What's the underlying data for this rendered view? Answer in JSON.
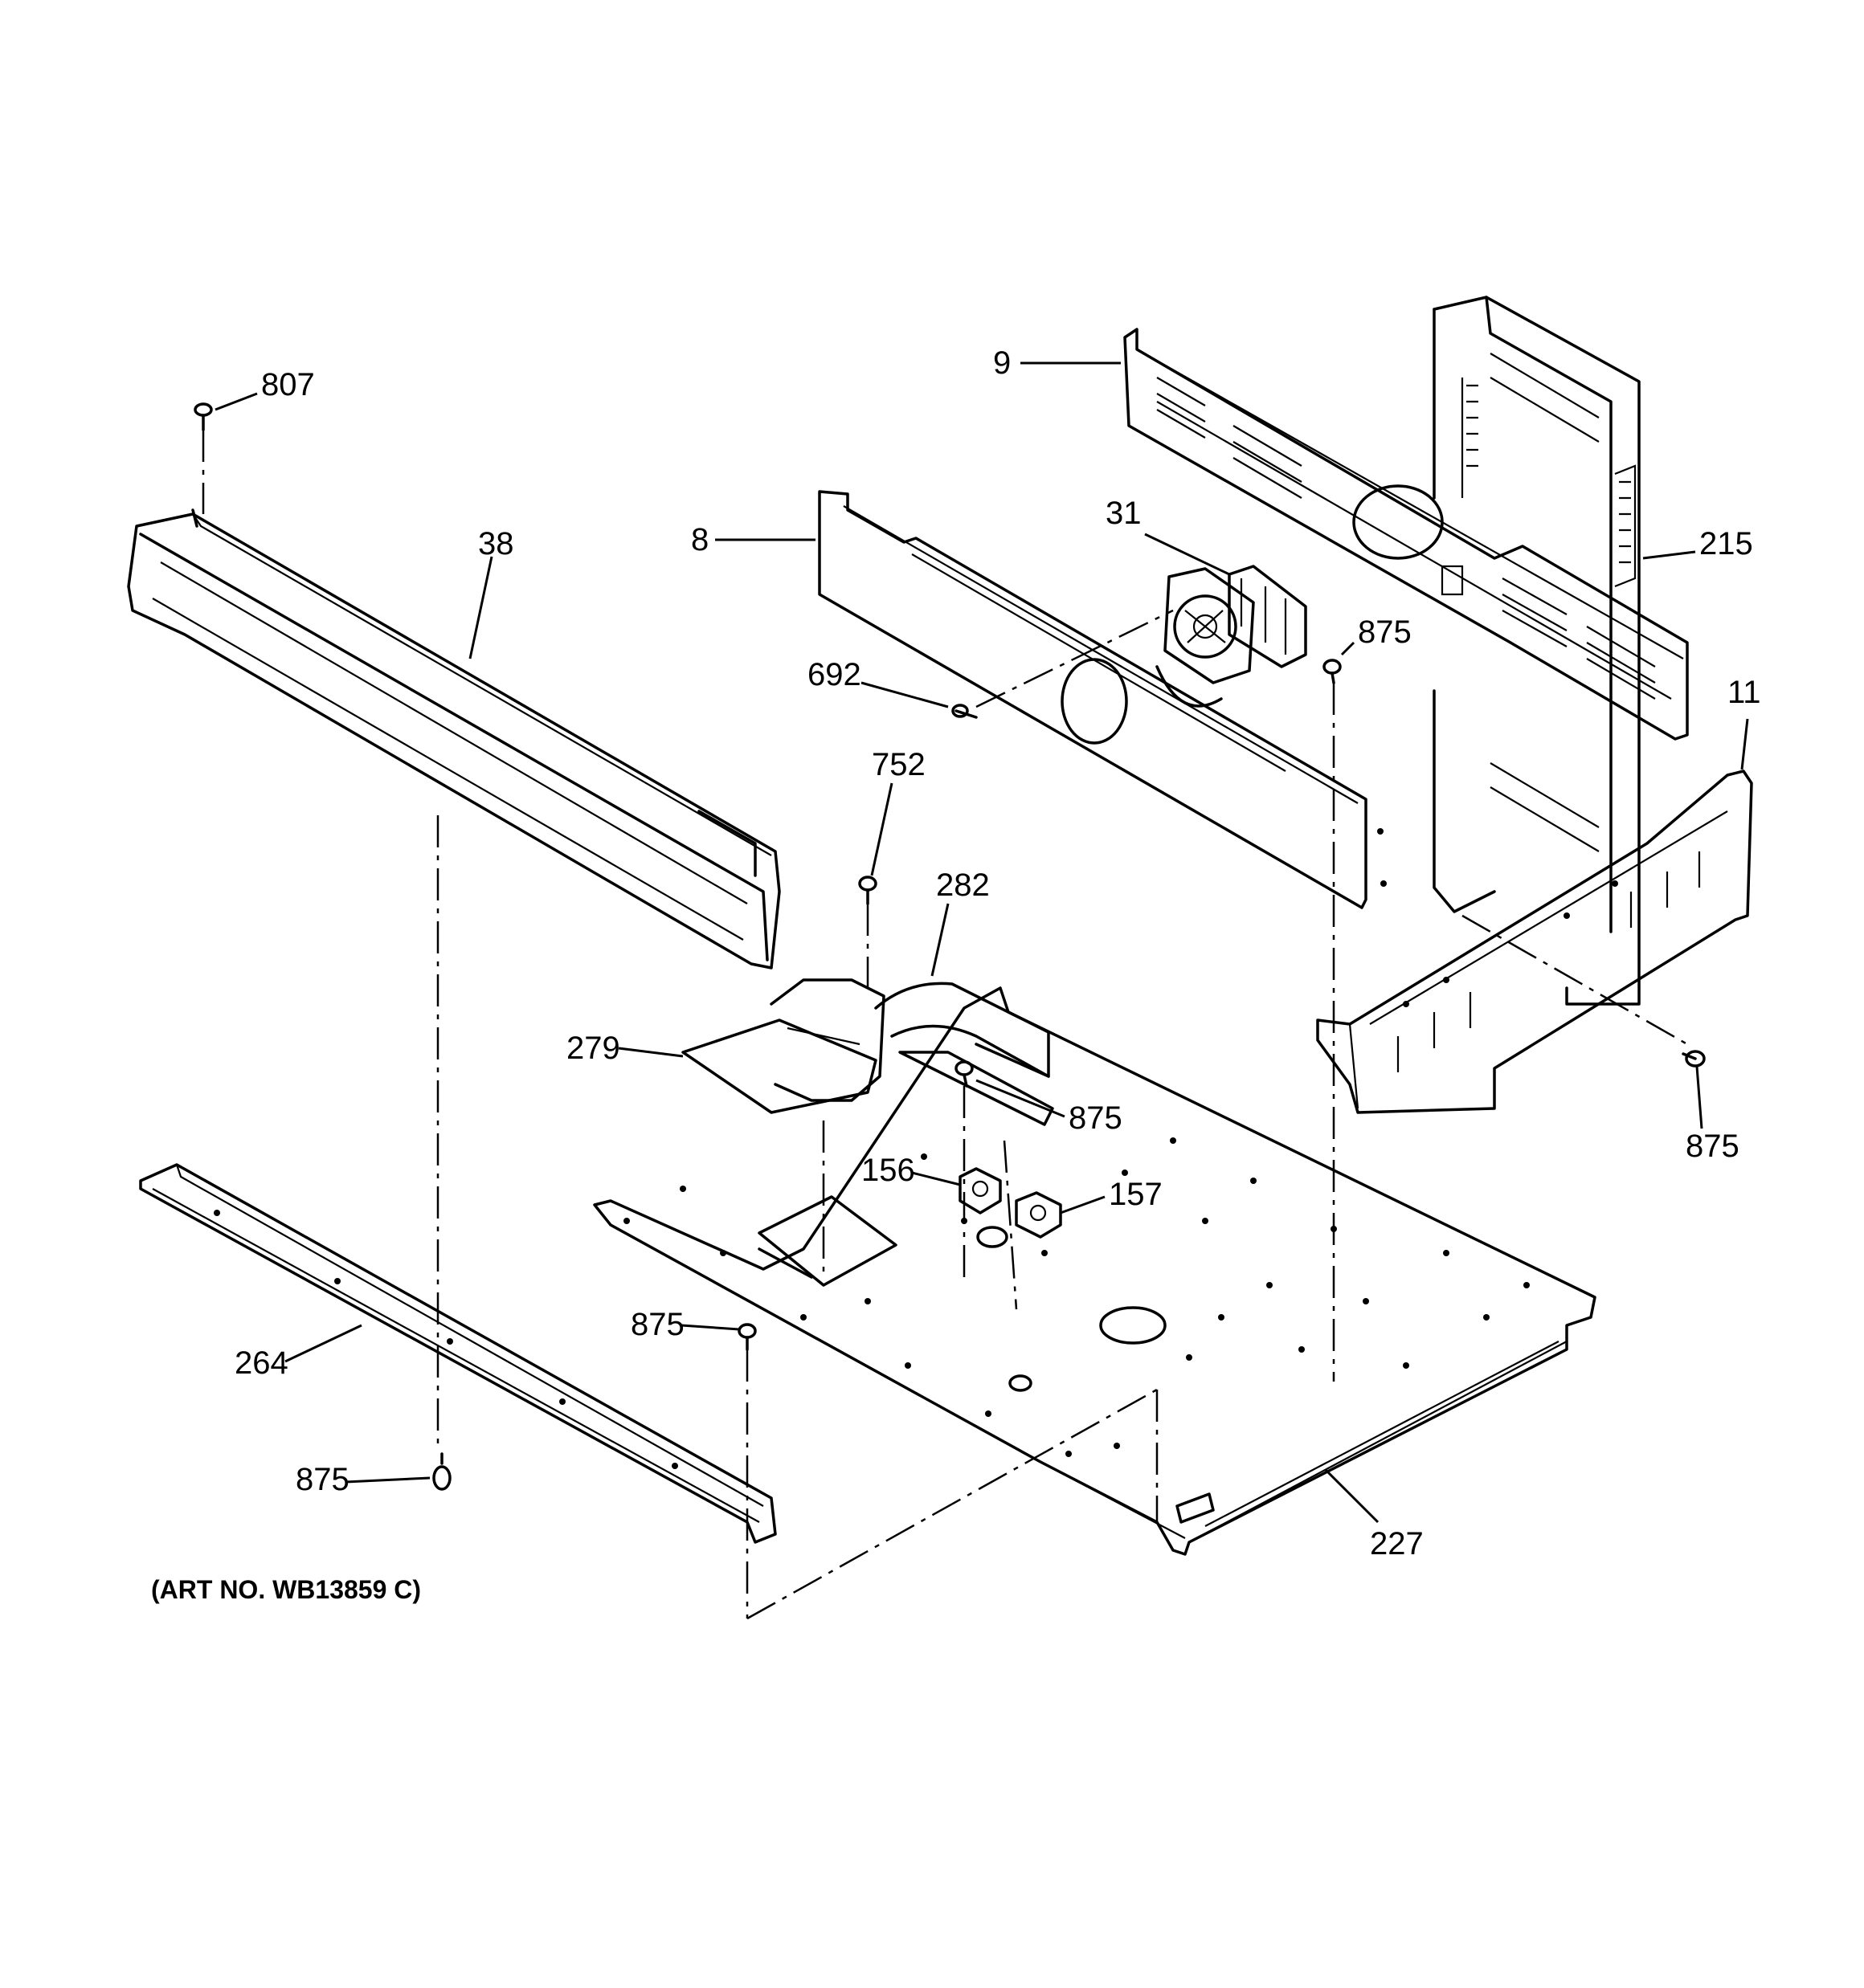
{
  "diagram": {
    "art_number": "(ART NO. WB13859 C)",
    "callouts": {
      "c807": "807",
      "c38": "38",
      "c9": "9",
      "c8": "8",
      "c31": "31",
      "c215": "215",
      "c875_fan": "875",
      "c692": "692",
      "c11": "11",
      "c752": "752",
      "c282": "282",
      "c279": "279",
      "c875_mid": "875",
      "c875_right": "875",
      "c156": "156",
      "c157": "157",
      "c875_lower": "875",
      "c264": "264",
      "c875_left": "875",
      "c227": "227"
    }
  }
}
